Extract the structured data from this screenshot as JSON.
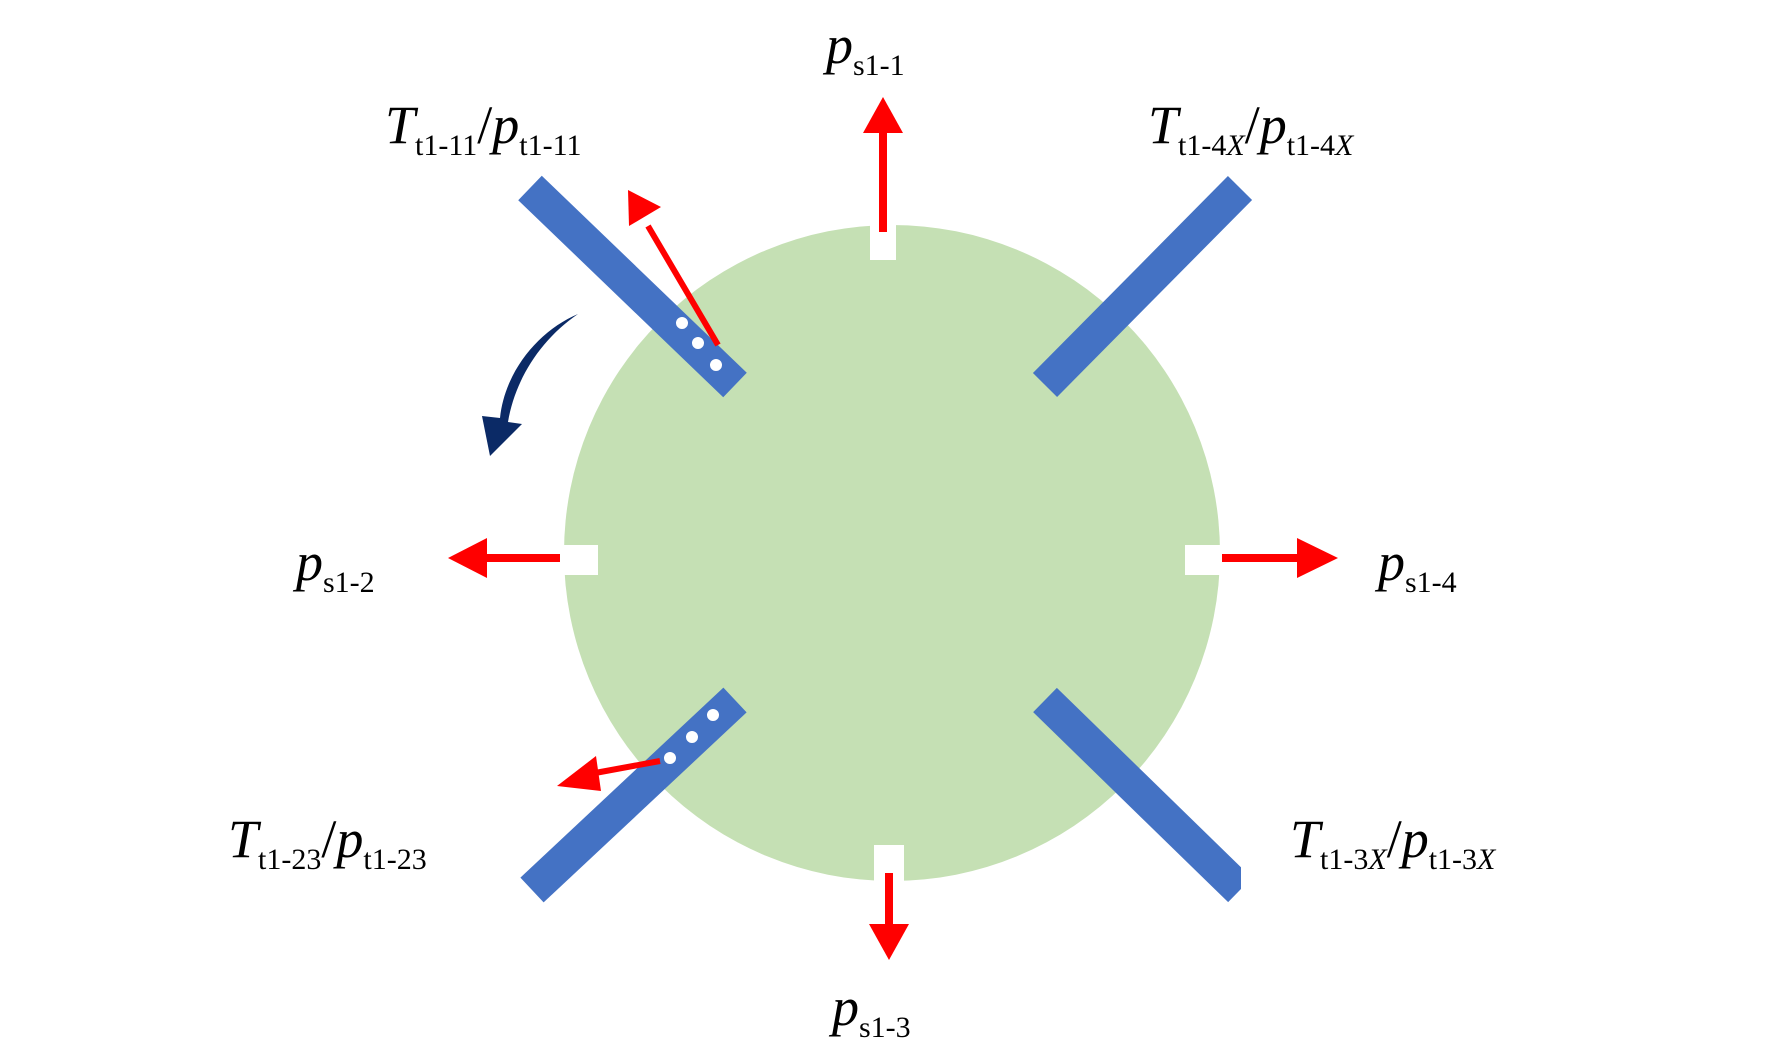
{
  "colors": {
    "disk": "#c5e0b4",
    "probe": "#4472c4",
    "arrow": "#ff0000",
    "rotation_arrow": "#0b2a66",
    "hole": "#ffffff",
    "text": "#000000"
  },
  "labels": {
    "ps1_1": {
      "main": "p",
      "sub": "s1-1"
    },
    "ps1_2": {
      "main": "p",
      "sub": "s1-2"
    },
    "ps1_3": {
      "main": "p",
      "sub": "s1-3"
    },
    "ps1_4": {
      "main": "p",
      "sub": "s1-4"
    },
    "t11": {
      "main1": "T",
      "sub1": "t1-11",
      "sep": "/",
      "main2": "p",
      "sub2": "t1-11"
    },
    "t4x": {
      "main1": "T",
      "sub1a": "t1-4",
      "sub1b": "X",
      "sep": "/",
      "main2": "p",
      "sub2a": "t1-4",
      "sub2b": "X"
    },
    "t23": {
      "main1": "T",
      "sub1": "t1-23",
      "sep": "/",
      "main2": "p",
      "sub2": "t1-23"
    },
    "t3x": {
      "main1": "T",
      "sub1a": "t1-3",
      "sub1b": "X",
      "sep": "/",
      "main2": "p",
      "sub2a": "t1-3",
      "sub2b": "X"
    }
  }
}
